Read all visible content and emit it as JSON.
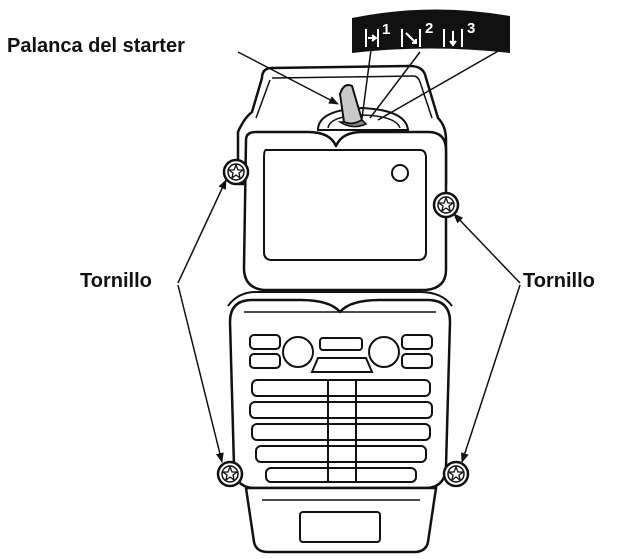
{
  "labels": {
    "starter_lever": "Palanca del starter",
    "screw_left": "Tornillo",
    "screw_right": "Tornillo"
  },
  "choke_positions": [
    "1",
    "2",
    "3"
  ],
  "icons": [
    "choke-closed-icon",
    "choke-half-icon",
    "choke-open-icon",
    "screw-head-icon"
  ],
  "colors": {
    "line": "#111111",
    "badge_bg": "#111111",
    "badge_text": "#ffffff",
    "lever_fill": "#c8c8c8"
  }
}
